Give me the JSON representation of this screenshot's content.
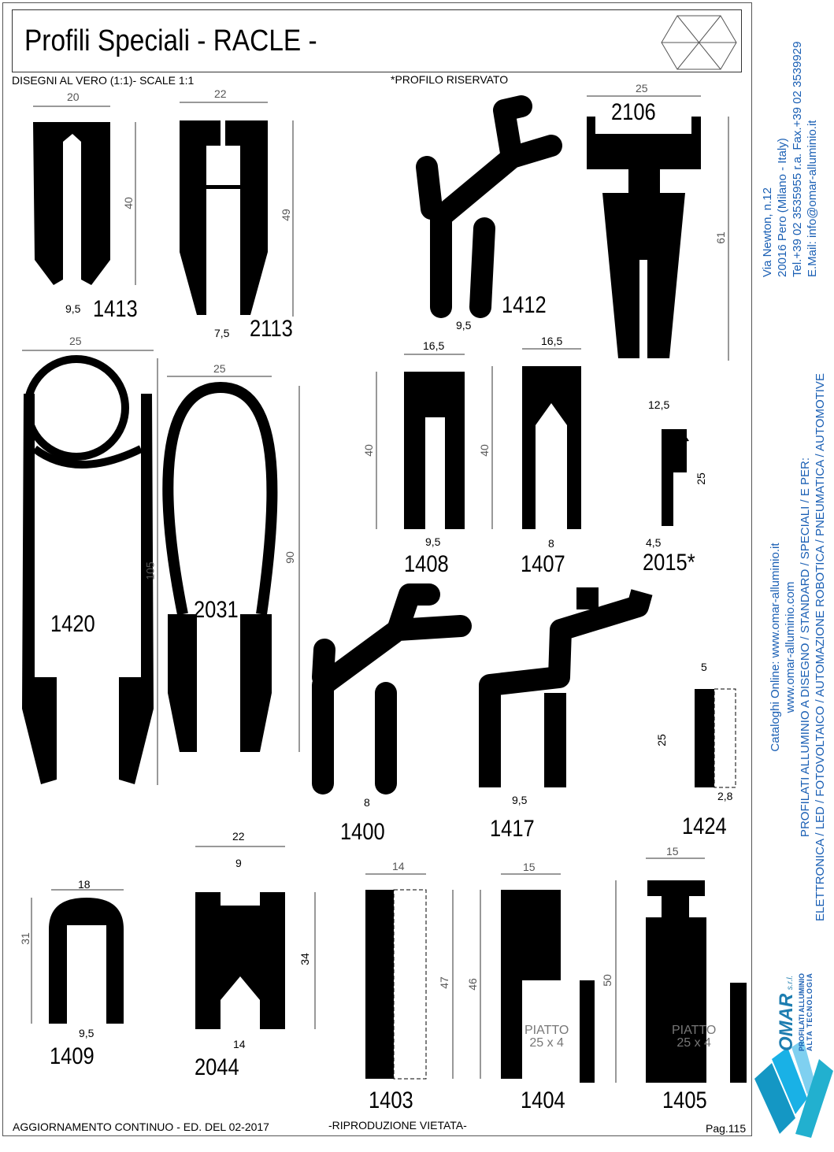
{
  "header": {
    "title": "Profili Speciali - RACLE -",
    "scale": "DISEGNI AL VERO (1:1)- SCALE 1:1",
    "reserved": "*PROFILO RISERVATO"
  },
  "footer": {
    "update": "AGGIORNAMENTO CONTINUO - ED. DEL 02-2017",
    "notice": "-RIPRODUZIONE VIETATA-",
    "page": "Pag.115"
  },
  "sidebar": {
    "address": [
      "Via Newton, n.12",
      "20016 Pero (Milano - Italy)",
      "Tel.+39 02 3535955 r.a. Fax.+39 02 3539929",
      "E.Mail: info@omar-alluminio.it"
    ],
    "catalog": [
      "Cataloghi Online: www.omar-alluminio.it",
      "www.omar-alluminio.com",
      "PROFILATI ALLUMINIO A DISEGNO / STANDARD / SPECIALI / E PER:",
      "ELETTRONICA / LED / FOTOVOLTAICO / AUTOMAZIONE ROBOTICA / PNEUMATICA / AUTOMOTIVE"
    ],
    "logo": {
      "brand": "OMAR",
      "suffix": "s.r.l.",
      "line1": "PROFILATI ALLUMINIO",
      "line2": "ALTA TECNOLOGIA"
    }
  },
  "colors": {
    "brand_blue": "#1a5fb4",
    "logo_cyan": "#1ba3d6"
  },
  "profiles": [
    {
      "code": "1413",
      "dims": [
        "20",
        "40",
        "9,5"
      ]
    },
    {
      "code": "2113",
      "dims": [
        "22",
        "49",
        "7,5"
      ]
    },
    {
      "code": "1412",
      "dims": [
        "9,5"
      ]
    },
    {
      "code": "2106",
      "dims": [
        "25",
        "61"
      ]
    },
    {
      "code": "1420",
      "dims": [
        "25",
        "105"
      ]
    },
    {
      "code": "2031",
      "dims": [
        "25",
        "90"
      ]
    },
    {
      "code": "1408",
      "dims": [
        "16,5",
        "40",
        "9,5"
      ]
    },
    {
      "code": "1407",
      "dims": [
        "16,5",
        "40",
        "8"
      ]
    },
    {
      "code": "2015*",
      "dims": [
        "12,5",
        "25",
        "4,5"
      ]
    },
    {
      "code": "1400",
      "dims": [
        "8"
      ]
    },
    {
      "code": "1417",
      "dims": [
        "9,5"
      ]
    },
    {
      "code": "1424",
      "dims": [
        "5",
        "25",
        "2,8"
      ]
    },
    {
      "code": "1409",
      "dims": [
        "18",
        "31",
        "9,5"
      ]
    },
    {
      "code": "2044",
      "dims": [
        "22",
        "9",
        "34",
        "14"
      ]
    },
    {
      "code": "1403",
      "dims": [
        "14",
        "47"
      ]
    },
    {
      "code": "1404",
      "dims": [
        "15",
        "46"
      ],
      "note": [
        "PIATTO",
        "25 x 4"
      ]
    },
    {
      "code": "1405",
      "dims": [
        "15",
        "50"
      ],
      "note": [
        "PIATTO",
        "25 x 4"
      ]
    }
  ]
}
